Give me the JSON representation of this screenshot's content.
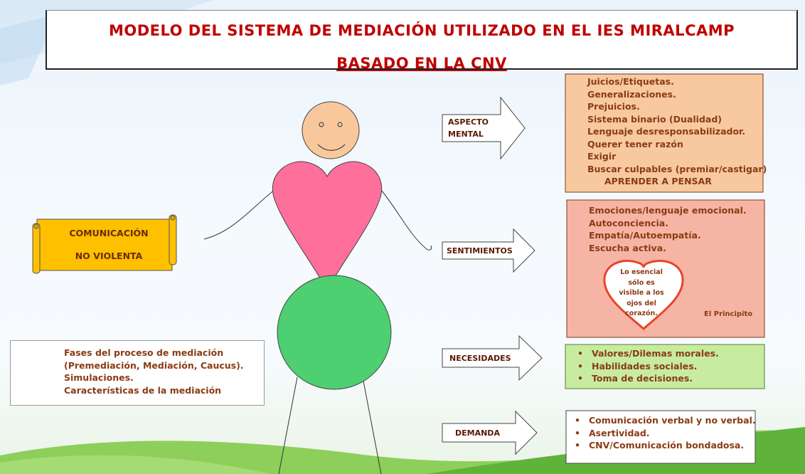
{
  "title": {
    "line1": "MODELO DEL SISTEMA DE MEDIACIÓN UTILIZADO EN EL IES MIRALCAMP",
    "line2": "BASADO EN LA CNV"
  },
  "scroll": {
    "line1": "COMUNICACIÓN",
    "line2": "NO VIOLENTA"
  },
  "arrows": {
    "aspecto_line1": "ASPECTO",
    "aspecto_line2": "MENTAL",
    "sentimientos": "SENTIMIENTOS",
    "necesidades": "NECESIDADES",
    "demanda": "DEMANDA"
  },
  "mental_box": {
    "items": [
      "Juicios/Etiquetas.",
      "Generalizaciones.",
      "Prejuicios.",
      "Sistema binario (Dualidad)",
      "Lenguaje desresponsabilizador.",
      "Querer tener razón",
      "Exigir",
      "Buscar culpables (premiar/castigar)"
    ],
    "footer": "APRENDER A PENSAR"
  },
  "sentimientos_box": {
    "items": [
      "Emociones/lenguaje emocional.",
      "Autoconciencia.",
      "Empatía/Autoempatía.",
      "Escucha activa."
    ],
    "heart_lines": [
      "Lo esencial",
      "sólo es",
      "visible a los",
      "ojos del",
      "corazón."
    ],
    "quote_author": "El Principito"
  },
  "necesidades_box": {
    "items": [
      "Valores/Dilemas morales.",
      "Habilidades sociales.",
      "Toma de decisiones."
    ]
  },
  "demanda_box": {
    "items": [
      "Comunicación verbal y no verbal.",
      "Asertividad.",
      "CNV/Comunicación bondadosa."
    ]
  },
  "fases_box": {
    "lines": [
      "Fases del proceso de mediación",
      "(Premediación, Mediación, Caucus).",
      "Simulaciones.",
      "Características de la mediación"
    ]
  },
  "colors": {
    "title_red": "#c00000",
    "mental_fill": "#f8c9a0",
    "sentimientos_fill": "#f6b5a4",
    "necesidades_fill": "#c7eca0",
    "heart_pink": "#ff6f9c",
    "circle_green": "#4dcf72",
    "face_fill": "#f8c89c",
    "scroll_fill": "#ffc000"
  }
}
